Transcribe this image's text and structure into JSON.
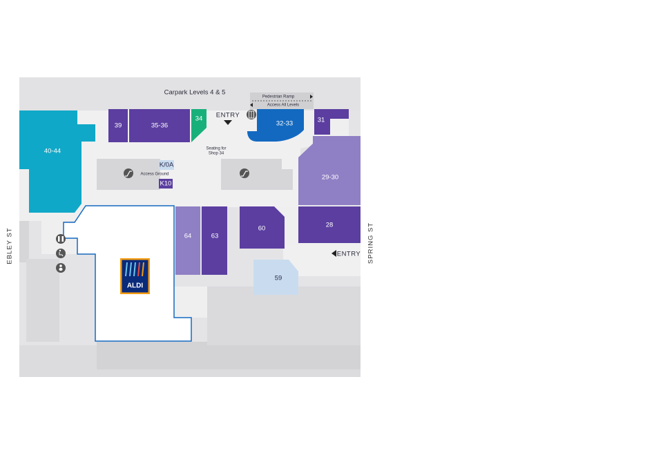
{
  "header": {
    "carpark_label": "Carpark Levels 4 & 5"
  },
  "ramp": {
    "pedestrian_ramp": "Pedestrian Ramp",
    "access_all_levels": "Access All Levels"
  },
  "entries": {
    "top": "ENTRY",
    "right": "ENTRY"
  },
  "streets": {
    "left": "EBLEY ST",
    "right": "SPRING ST"
  },
  "labels": {
    "seating": [
      "Seating for",
      "Shop 34"
    ],
    "access_ground": "Access Ground"
  },
  "logo": {
    "text": "ALDI",
    "bg": "#0a2a7a",
    "border": "#f39c12"
  },
  "colors": {
    "map_bg": "#e4e4e6",
    "walkway": "#eeeeef",
    "dark_purple": "#5b3ea0",
    "mid_purple": "#7e6bb8",
    "light_purple": "#8f7fc4",
    "teal": "#10a8c8",
    "green": "#18b07a",
    "blue": "#1369c0",
    "pale_blue": "#c9dcef",
    "aldi_outline": "#1369c0"
  },
  "shops": [
    {
      "id": "40-44",
      "label": "40-44",
      "color": "teal"
    },
    {
      "id": "39",
      "label": "39",
      "color": "dark_purple"
    },
    {
      "id": "35-36",
      "label": "35-36",
      "color": "dark_purple"
    },
    {
      "id": "34",
      "label": "34",
      "color": "green"
    },
    {
      "id": "32-33",
      "label": "32-33",
      "color": "blue"
    },
    {
      "id": "31",
      "label": "31",
      "color": "dark_purple"
    },
    {
      "id": "29-30",
      "label": "29-30",
      "color": "light_purple"
    },
    {
      "id": "28",
      "label": "28",
      "color": "dark_purple"
    },
    {
      "id": "K/0A",
      "label": "K/0A",
      "color": "pale_blue"
    },
    {
      "id": "K10",
      "label": "K10",
      "color": "dark_purple"
    },
    {
      "id": "64",
      "label": "64",
      "color": "light_purple"
    },
    {
      "id": "63",
      "label": "63",
      "color": "dark_purple"
    },
    {
      "id": "60",
      "label": "60",
      "color": "dark_purple"
    },
    {
      "id": "59",
      "label": "59",
      "color": "pale_blue"
    }
  ]
}
